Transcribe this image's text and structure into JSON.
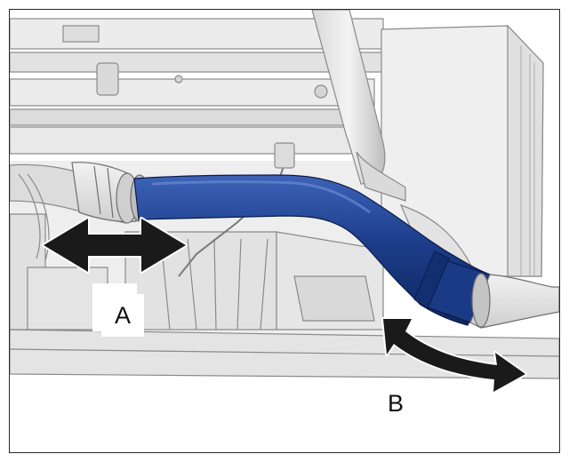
{
  "figure": {
    "callouts": [
      {
        "id": "A",
        "label": "A",
        "meaning": "linear-movement"
      },
      {
        "id": "B",
        "label": "B",
        "meaning": "rotational-movement"
      }
    ],
    "colors": {
      "hose": "#1c3d8a",
      "hose_dark": "#0f2660",
      "hose_highlight": "#3d63b8",
      "line_art": "#8a8a8a",
      "fill_light": "#e6e6e6",
      "fill_mid": "#d2d2d2",
      "arrow": "#1a1a1a"
    },
    "icons": [
      "double-headed-straight-arrow-icon",
      "double-headed-curved-arrow-icon"
    ]
  }
}
